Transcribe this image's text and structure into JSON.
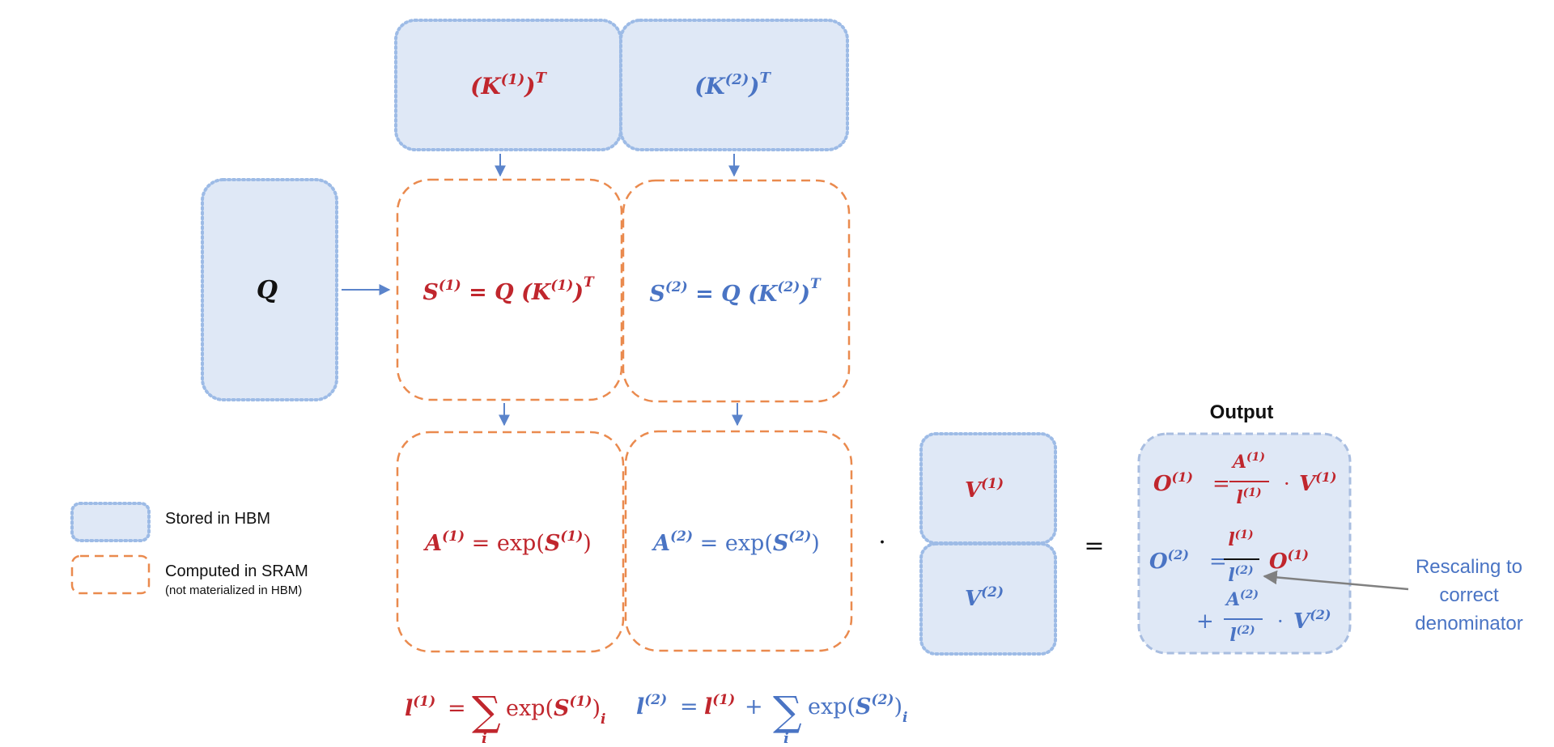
{
  "tiles": {
    "k1t": {
      "base": "(K",
      "sup": "(1)",
      "close": ")",
      "exp": "T"
    },
    "k2t": {
      "base": "(K",
      "sup": "(2)",
      "close": ")",
      "exp": "T"
    },
    "q": {
      "label": "Q"
    },
    "v1": {
      "base": "V",
      "sup": "(1)"
    },
    "v2": {
      "base": "V",
      "sup": "(2)"
    }
  },
  "sram_blocks": {
    "s1": {
      "lhs": "S",
      "sup": "(1)",
      "eq": " = Q (K",
      "inner": "(1)",
      "close": ")",
      "exp": "T"
    },
    "s2": {
      "lhs": "S",
      "sup": "(2)",
      "eq": " = Q (K",
      "inner": "(2)",
      "close": ")",
      "exp": "T"
    },
    "a1": {
      "lhs": "A",
      "sup": "(1)",
      "eq": " = exp(",
      "arg": "S",
      "argsup": "(1)",
      "close": ")"
    },
    "a2": {
      "lhs": "A",
      "sup": "(2)",
      "eq": " = exp(",
      "arg": "S",
      "argsup": "(2)",
      "close": ")"
    }
  },
  "operators": {
    "dot": "·",
    "equals": "="
  },
  "output": {
    "title": "Output",
    "o1": {
      "lhs": "O",
      "sup": "(1)",
      "eq": "=",
      "num": "A",
      "numsup": "(1)",
      "den": "l",
      "densup": "(1)",
      "dot": "·",
      "v": "V",
      "vsup": "(1)"
    },
    "o2": {
      "lhs": "O",
      "sup": "(2)",
      "eq": "=",
      "num": "l",
      "numsup": "(1)",
      "den": "l",
      "densup": "(2)",
      "o": "O",
      "osup": "(1)"
    },
    "o2b": {
      "plus": "+",
      "num": "A",
      "numsup": "(2)",
      "den": "l",
      "densup": "(2)",
      "dot": "·",
      "v": "V",
      "vsup": "(2)"
    }
  },
  "sums": {
    "l1": {
      "lhs": "l",
      "sup": "(1)",
      "eq": "=",
      "sigma": "∑",
      "idx": "i",
      "fn": "exp(",
      "arg": "S",
      "argsup": "(1)",
      "close": ")",
      "sub": "i"
    },
    "l2": {
      "lhs": "l",
      "sup": "(2)",
      "eq": "=",
      "l1": "l",
      "l1sup": "(1)",
      "plus": "+",
      "sigma": "∑",
      "idx": "i",
      "fn": "exp(",
      "arg": "S",
      "argsup": "(2)",
      "close": ")",
      "sub": "i"
    }
  },
  "annotation": {
    "line1": "Rescaling to",
    "line2": "correct",
    "line3": "denominator"
  },
  "legend": {
    "hbm": "Stored in HBM",
    "sram": "Computed in SRAM",
    "sram_note": "(not materialized in HBM)"
  },
  "colors": {
    "red": "#c0262d",
    "blue": "#4a74c4",
    "hbm_fill": "#dfe8f6",
    "sram_stroke": "#ea8a4e"
  }
}
